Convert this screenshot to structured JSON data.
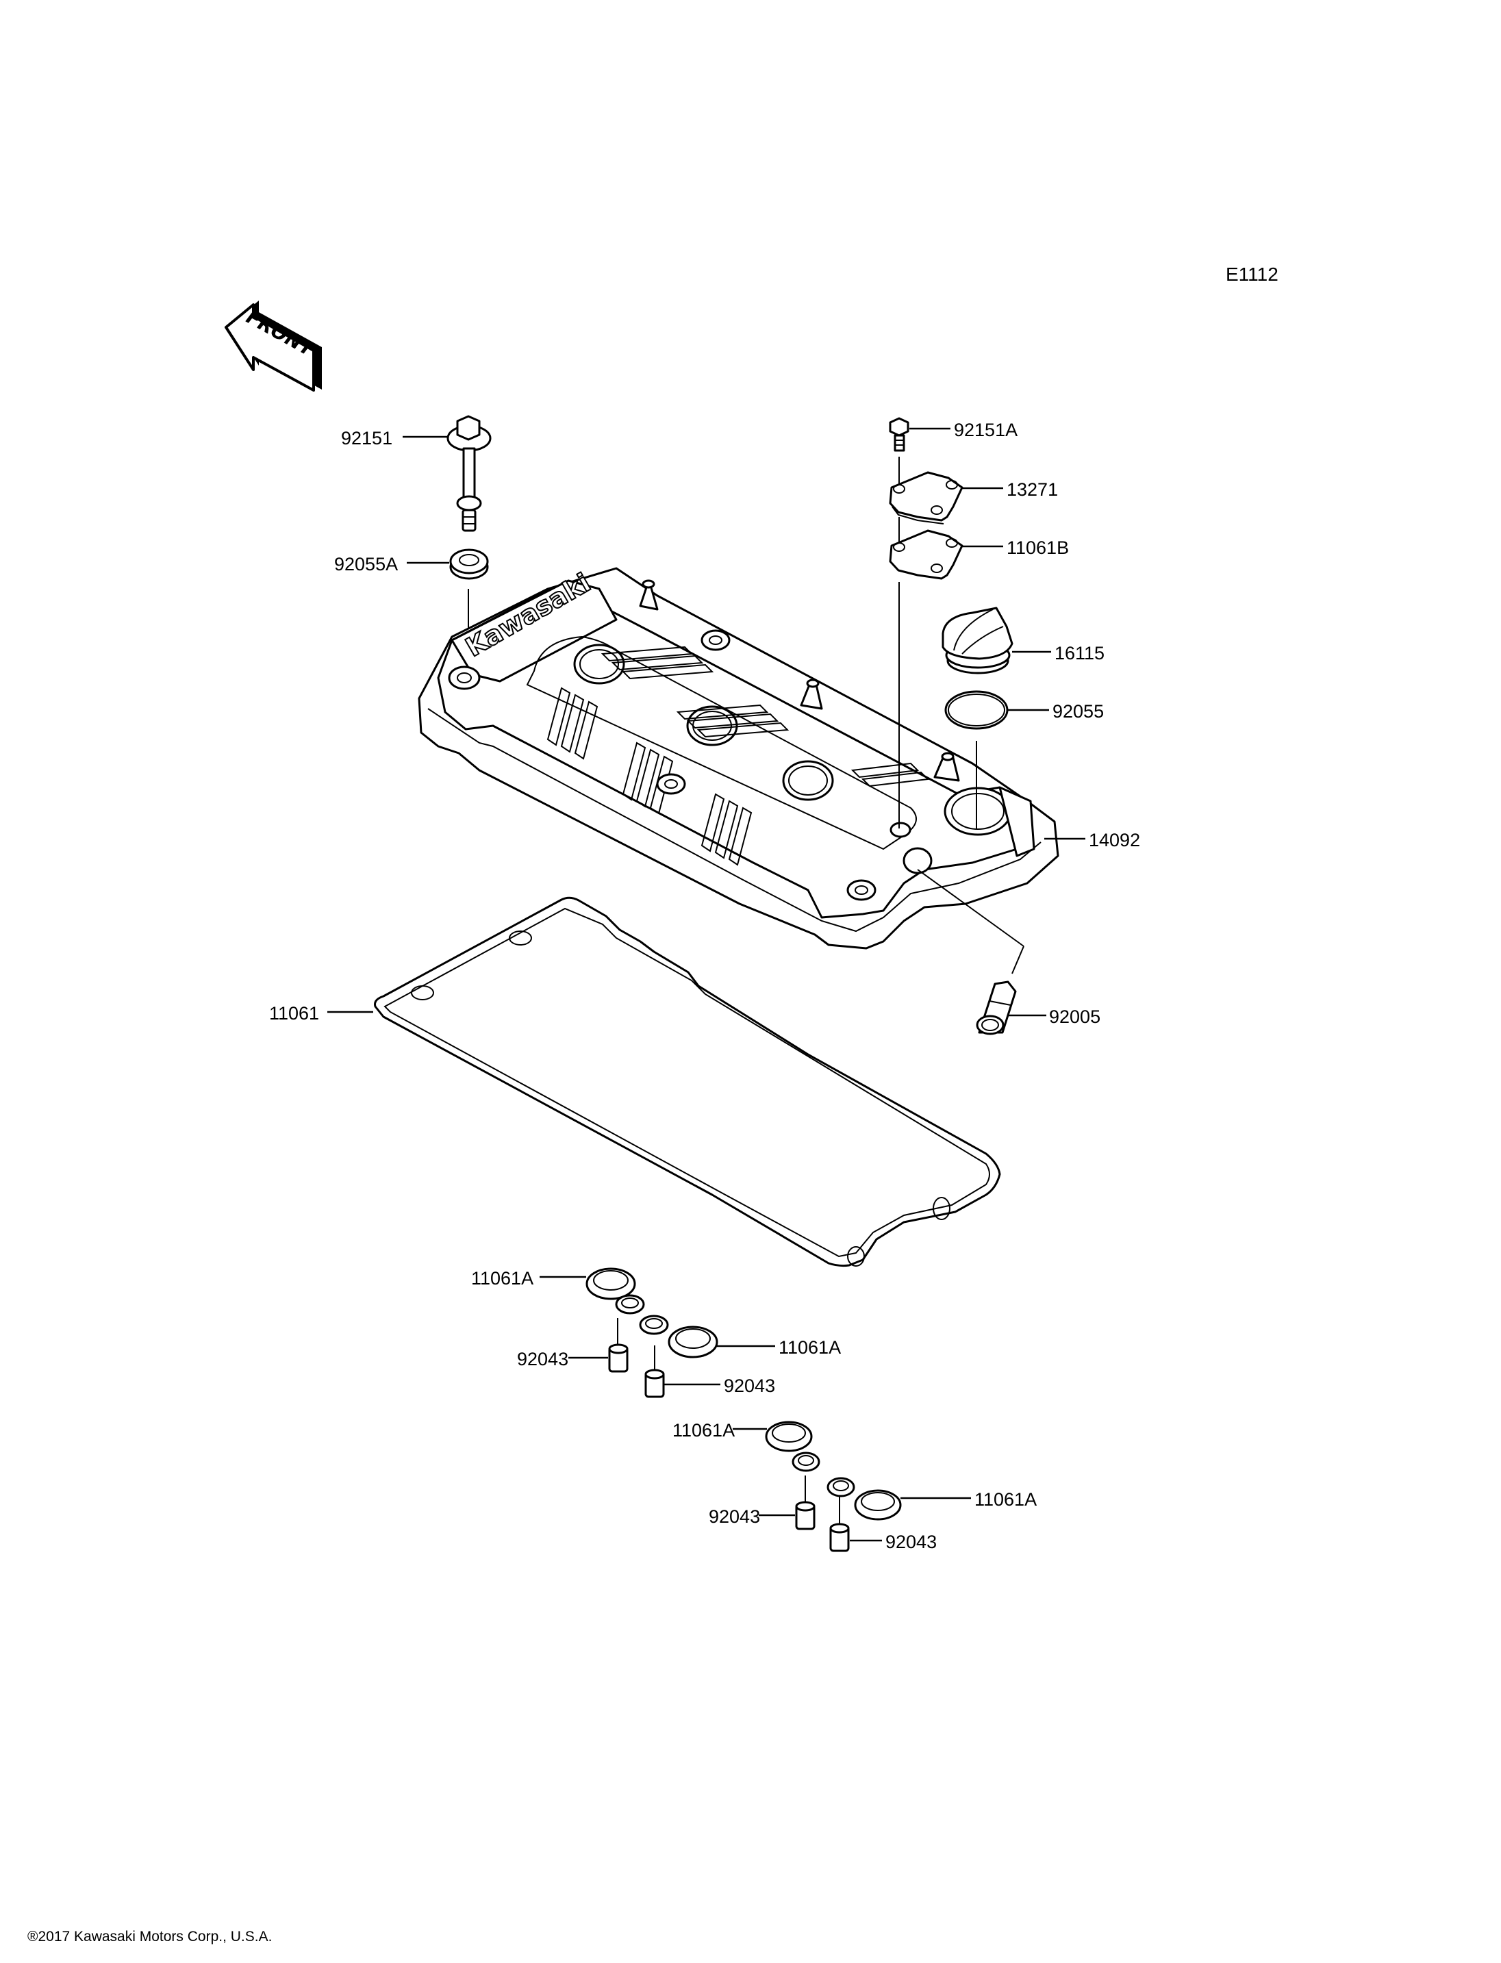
{
  "diagram": {
    "code": "E1112",
    "front_indicator": "FRONT",
    "emblem_text": "Kawasaki",
    "parts": [
      {
        "id": "bolt-top-left",
        "part_number": "92151"
      },
      {
        "id": "washer-top-left",
        "part_number": "92055A"
      },
      {
        "id": "bolt-top-right",
        "part_number": "92151A"
      },
      {
        "id": "plate",
        "part_number": "13271"
      },
      {
        "id": "plate-gasket",
        "part_number": "11061B"
      },
      {
        "id": "oil-cap",
        "part_number": "16115"
      },
      {
        "id": "oil-cap-oring",
        "part_number": "92055"
      },
      {
        "id": "cylinder-head-cover",
        "part_number": "14092"
      },
      {
        "id": "plug",
        "part_number": "92005"
      },
      {
        "id": "head-cover-gasket",
        "part_number": "11061"
      },
      {
        "id": "seal-1",
        "part_number": "11061A"
      },
      {
        "id": "collar-1",
        "part_number": "92043"
      },
      {
        "id": "seal-2",
        "part_number": "11061A"
      },
      {
        "id": "collar-2",
        "part_number": "92043"
      },
      {
        "id": "seal-3",
        "part_number": "11061A"
      },
      {
        "id": "collar-3",
        "part_number": "92043"
      },
      {
        "id": "seal-4",
        "part_number": "11061A"
      },
      {
        "id": "collar-4",
        "part_number": "92043"
      }
    ]
  },
  "footer": {
    "copyright": "®2017 Kawasaki Motors Corp., U.S.A."
  }
}
